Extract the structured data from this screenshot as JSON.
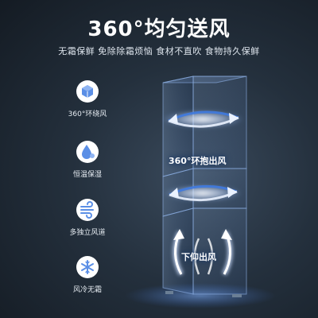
{
  "header": {
    "title": "360°均匀送风",
    "subtitle": "无霜保鲜 免除除霜烦恼 食材不直吹 食物持久保鲜"
  },
  "features": [
    {
      "icon": "cube-airflow-icon",
      "label": "360°环绕风"
    },
    {
      "icon": "water-drop-icon",
      "label": "恒温保湿"
    },
    {
      "icon": "wind-lines-icon",
      "label": "多独立风道"
    },
    {
      "icon": "snowflake-icon",
      "label": "风冷无霜"
    }
  ],
  "fridge": {
    "upper_airflow_label": "360°环抱出风",
    "lower_airflow_label": "下仰出风"
  },
  "colors": {
    "accent_blue": "#5b8fe6",
    "glow_white": "#eaf2ff",
    "panel_edge": "#8fb3e8"
  }
}
